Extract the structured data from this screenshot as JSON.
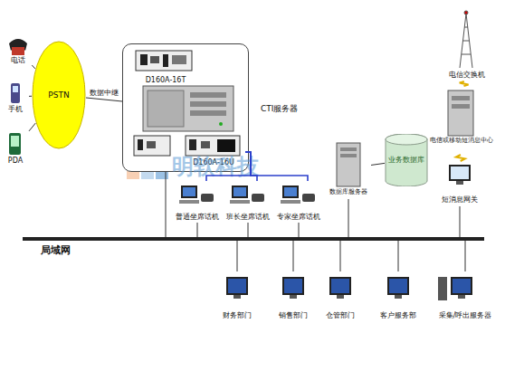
{
  "diagram": {
    "nodes": [
      {
        "text": [
          "电话"
        ]
      },
      {
        "text": [
          "手机"
        ]
      },
      {
        "text": [
          "PDA"
        ]
      },
      {
        "text": [
          "PSTN"
        ]
      },
      {
        "text": [
          "CTI服务器"
        ]
      },
      {
        "text": [
          "D160A-16T"
        ],
        "in": 4
      },
      {
        "text": [
          "D160A-16U"
        ],
        "in": 4
      },
      {
        "text": [
          "普通坐席话机"
        ]
      },
      {
        "text": [
          "班长坐席话机"
        ]
      },
      {
        "text": [
          "专家坐席话机"
        ]
      },
      {
        "text": [
          "数据库服务器"
        ]
      },
      {
        "text": [
          "业务数据库"
        ]
      },
      {
        "text": [
          "电信交换机"
        ]
      },
      {
        "text": [
          "电信或移动短消息中心"
        ]
      },
      {
        "text": [
          "短消息网关"
        ]
      },
      {
        "text": [
          "局域网"
        ]
      },
      {
        "text": [
          "财务部门"
        ]
      },
      {
        "text": [
          "销售部门"
        ]
      },
      {
        "text": [
          "仓管部门"
        ]
      },
      {
        "text": [
          "客户服务部"
        ]
      },
      {
        "text": [
          "采集/呼出服务器"
        ]
      }
    ],
    "edges": [
      {
        "from": 0,
        "to": 3,
        "arrow": "none"
      },
      {
        "from": 1,
        "to": 3,
        "arrow": "none"
      },
      {
        "from": 2,
        "to": 3,
        "arrow": "none"
      },
      {
        "from": 3,
        "to": 4,
        "label": "数据中继",
        "arrow": "none"
      },
      {
        "from": 6,
        "to": 7,
        "arrow": "none"
      },
      {
        "from": 6,
        "to": 8,
        "arrow": "none"
      },
      {
        "from": 6,
        "to": 9,
        "arrow": "none"
      },
      {
        "from": 4,
        "to": 15,
        "arrow": "none"
      },
      {
        "from": 7,
        "to": 15,
        "arrow": "none"
      },
      {
        "from": 8,
        "to": 15,
        "arrow": "none"
      },
      {
        "from": 9,
        "to": 15,
        "arrow": "none"
      },
      {
        "from": 10,
        "to": 11,
        "arrow": "none"
      },
      {
        "from": 10,
        "to": 15,
        "arrow": "none"
      },
      {
        "from": 12,
        "to": 13,
        "arrow": "none"
      },
      {
        "from": 13,
        "to": 14,
        "arrow": "none"
      },
      {
        "from": 14,
        "to": 15,
        "arrow": "none"
      },
      {
        "from": 16,
        "to": 15,
        "arrow": "none"
      },
      {
        "from": 17,
        "to": 15,
        "arrow": "none"
      },
      {
        "from": 18,
        "to": 15,
        "arrow": "none"
      },
      {
        "from": 19,
        "to": 15,
        "arrow": "none"
      },
      {
        "from": 20,
        "to": 15,
        "arrow": "none"
      }
    ],
    "labels": [
      "明软科技"
    ]
  }
}
